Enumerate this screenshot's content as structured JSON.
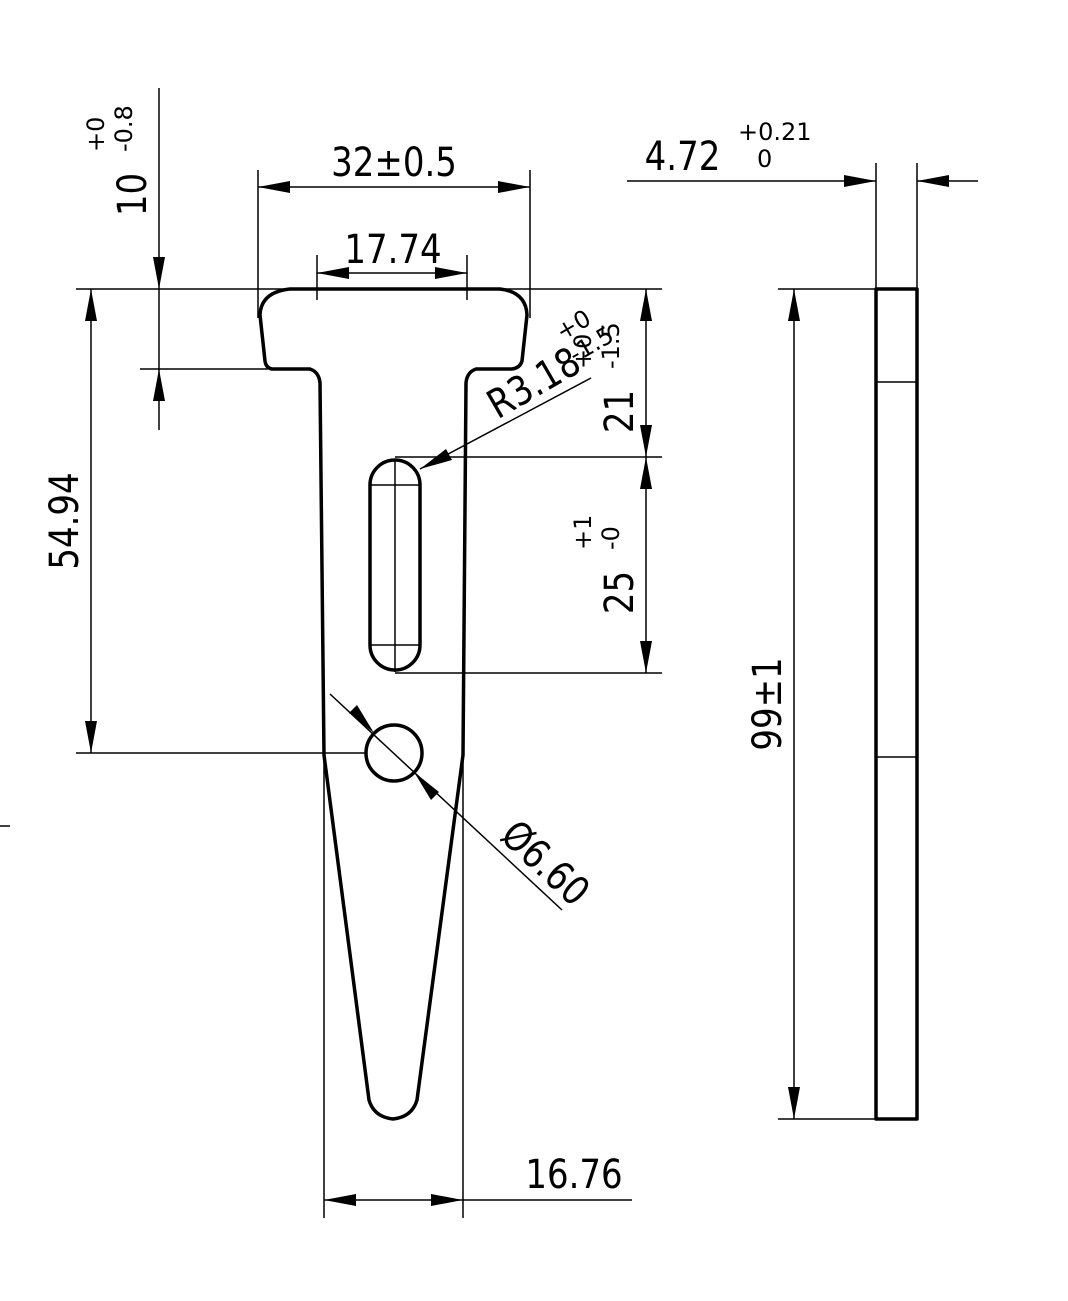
{
  "dimensions": {
    "overall_width": "32±0.5",
    "inner_width": "17.74",
    "head_height": {
      "nominal": "10",
      "upper": "+0",
      "lower": "-0.8"
    },
    "thickness": {
      "nominal": "4.72",
      "upper": "+0.21",
      "lower": "0"
    },
    "hole_offset": "54.94",
    "slot_offset": {
      "nominal": "21",
      "upper": "+0",
      "lower": "-1.5"
    },
    "slot_length": {
      "nominal": "25",
      "upper": "+1",
      "lower": "-0"
    },
    "slot_radius": "R3.18",
    "hole_diameter": "Ø6.60",
    "overall_length": "99±1",
    "shank_width": "16.76"
  }
}
